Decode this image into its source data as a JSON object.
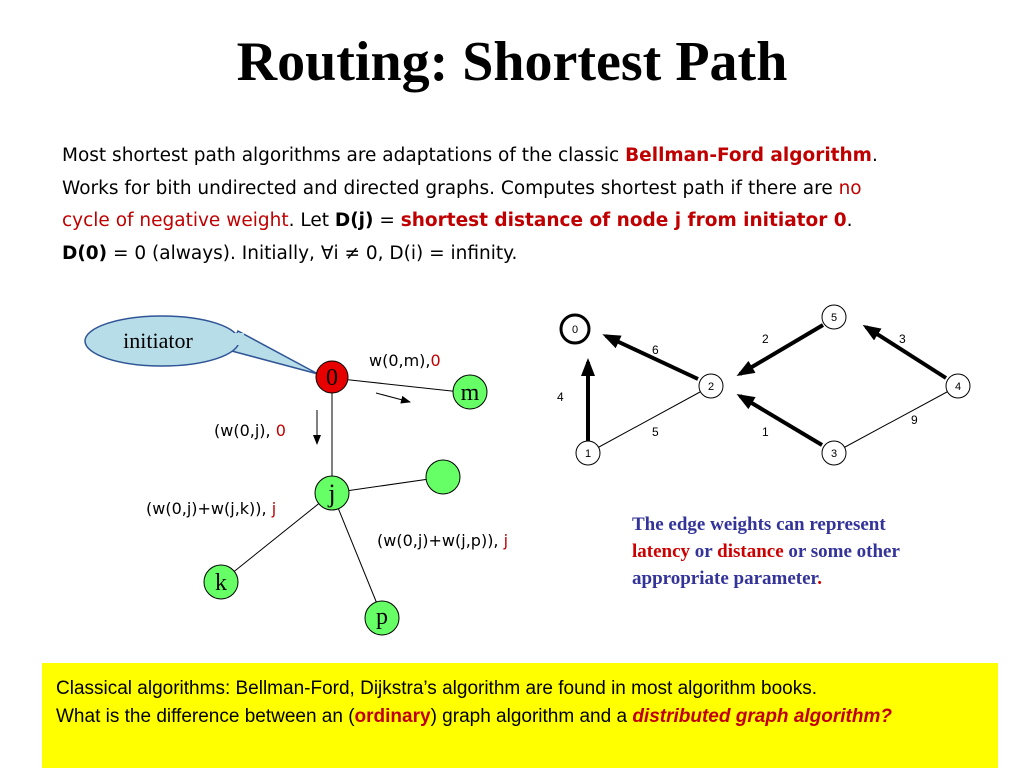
{
  "title": "Routing: Shortest Path",
  "paragraph": {
    "l1_a": "Most shortest path algorithms are adaptations of the classic ",
    "l1_red": "Bellman-Ford algorithm",
    "l1_b": ".",
    "l2_a": "Works for bith undirected and directed graphs. Computes shortest path if there are ",
    "l2_red": "no",
    "l3_red": "cycle of negative weight",
    "l3_a": ".  Let ",
    "l3_dj": "D(j)",
    "l3_eq": " = ",
    "l3_red2": "shortest distance of node j from initiator 0",
    "l3_b": ".",
    "l4_d0": "D(0)",
    "l4_a": " = 0 (always). Initially, ∀i ≠ 0, D(i) = infinity."
  },
  "left_graph": {
    "callout": "initiator",
    "node_0": "0",
    "node_m": "m",
    "node_j": "j",
    "node_k": "k",
    "node_p": "p",
    "label_w0m": "w(0,m),",
    "label_w0m_red": "0",
    "label_w0j": "(w(0,j), ",
    "label_w0j_red": "0",
    "label_jk": "(w(0,j)+w(j,k)), ",
    "label_jk_red": "j",
    "label_jp": "(w(0,j)+w(j,p)), ",
    "label_jp_red": "j"
  },
  "right_graph": {
    "nodes": [
      "0",
      "1",
      "2",
      "3",
      "4",
      "5"
    ],
    "weights": {
      "w_0_1": "4",
      "w_0_2": "6",
      "w_1_2": "5",
      "w_2_5": "2",
      "w_2_3": "1",
      "w_5_4": "3",
      "w_3_4": "9"
    }
  },
  "note": {
    "l1": "The edge weights can represent",
    "l2_red1": "latency",
    "l2_or": " or ",
    "l2_red2": "distance",
    "l2_rest": " or some other",
    "l3": "appropriate parameter",
    "l3_dot": "."
  },
  "footer": {
    "line1": "Classical algorithms: Bellman-Ford, Dijkstra’s algorithm are found in most algorithm books.",
    "line2_a": "What is the difference between an (",
    "line2_ord": "ordinary",
    "line2_b": ") graph algorithm and a ",
    "line2_dist": "distributed graph algorithm?"
  },
  "colors": {
    "node_fill": "#66ff66",
    "node_red": "#e60000",
    "callout_fill": "#b7dde8",
    "note_blue": "#333399",
    "accent_red": "#c00000",
    "footer_bg": "#ffff00"
  }
}
